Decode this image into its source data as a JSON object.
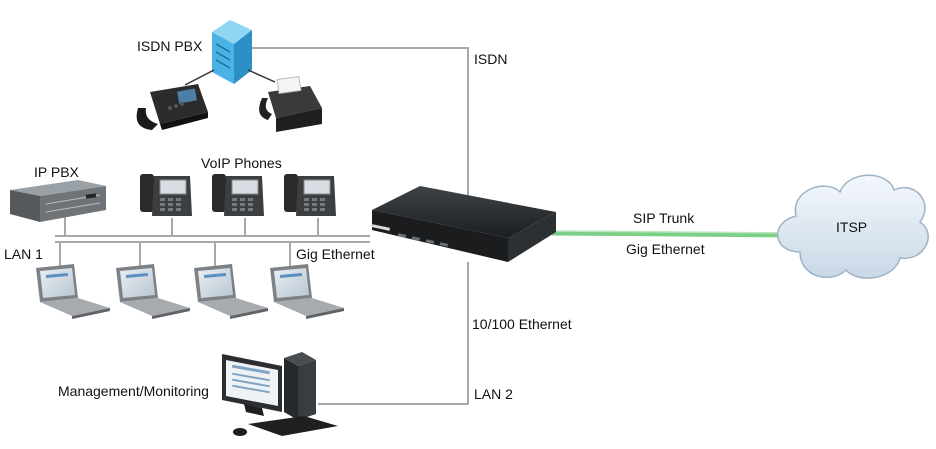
{
  "labels": {
    "isdn_pbx": "ISDN PBX",
    "isdn": "ISDN",
    "ip_pbx": "IP PBX",
    "voip_phones": "VoIP Phones",
    "lan1": "LAN 1",
    "gig_ethernet_lan": "Gig Ethernet",
    "sip_trunk": "SIP Trunk",
    "gig_ethernet_wan": "Gig Ethernet",
    "itsp": "ITSP",
    "ethernet_10_100": "10/100 Ethernet",
    "lan2": "LAN 2",
    "management": "Management/Monitoring"
  },
  "colors": {
    "link_line": "#a8a8a8",
    "sip_trunk_line": "#7ccf86",
    "isdn_pbx_body": "#4ab3e6",
    "gateway_body": "#2a2d30",
    "cloud": "#dfeaf4"
  },
  "icons": [
    "isdn-pbx-server-icon",
    "desk-phone-icon",
    "fax-machine-icon",
    "ip-pbx-server-icon",
    "voip-phone-icon",
    "laptop-icon",
    "gateway-device-icon",
    "cloud-icon",
    "workstation-icon"
  ]
}
